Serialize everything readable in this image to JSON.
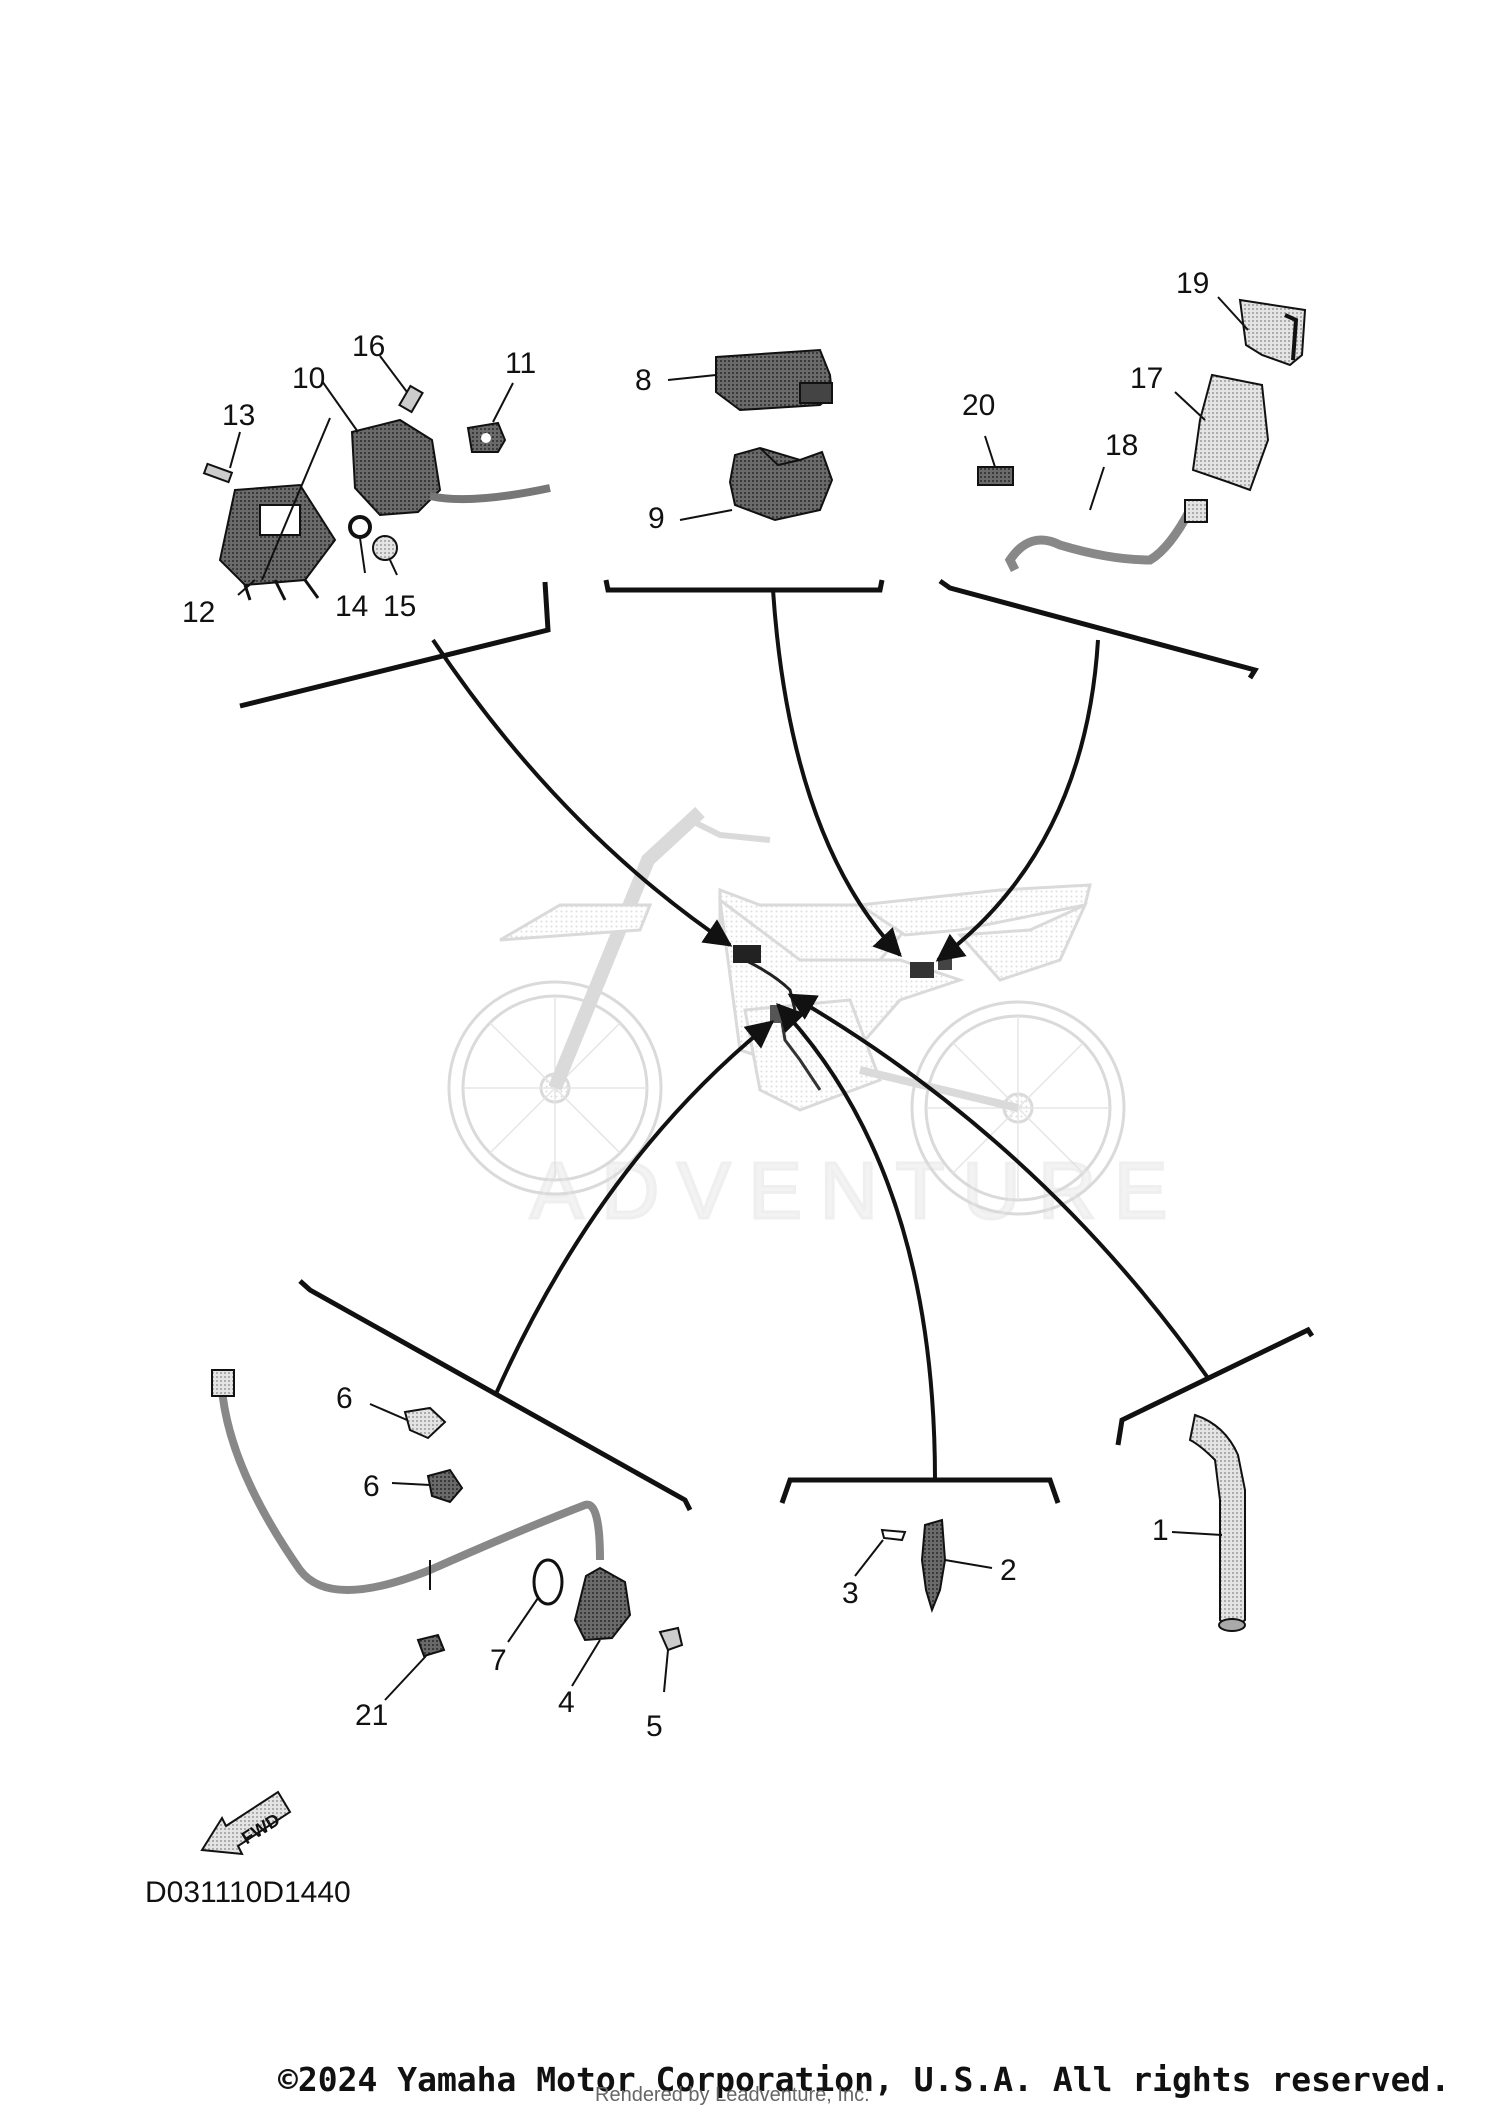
{
  "callouts": [
    {
      "id": "c1",
      "label": "1"
    },
    {
      "id": "c2",
      "label": "2"
    },
    {
      "id": "c3",
      "label": "3"
    },
    {
      "id": "c4",
      "label": "4"
    },
    {
      "id": "c5",
      "label": "5"
    },
    {
      "id": "c6a",
      "label": "6"
    },
    {
      "id": "c6b",
      "label": "6"
    },
    {
      "id": "c7",
      "label": "7"
    },
    {
      "id": "c8",
      "label": "8"
    },
    {
      "id": "c9",
      "label": "9"
    },
    {
      "id": "c10",
      "label": "10"
    },
    {
      "id": "c11",
      "label": "11"
    },
    {
      "id": "c12",
      "label": "12"
    },
    {
      "id": "c13",
      "label": "13"
    },
    {
      "id": "c14",
      "label": "14"
    },
    {
      "id": "c15",
      "label": "15"
    },
    {
      "id": "c16",
      "label": "16"
    },
    {
      "id": "c17",
      "label": "17"
    },
    {
      "id": "c18",
      "label": "18"
    },
    {
      "id": "c19",
      "label": "19"
    },
    {
      "id": "c20",
      "label": "20"
    },
    {
      "id": "c21",
      "label": "21"
    }
  ],
  "fwd_label": "FWD",
  "diagram_id": "D031110D1440",
  "watermark": "ADVENTURE",
  "copyright": "©2024 Yamaha Motor Corporation, U.S.A. All rights reserved.",
  "rendered_by": "Rendered by Leadventure, Inc."
}
